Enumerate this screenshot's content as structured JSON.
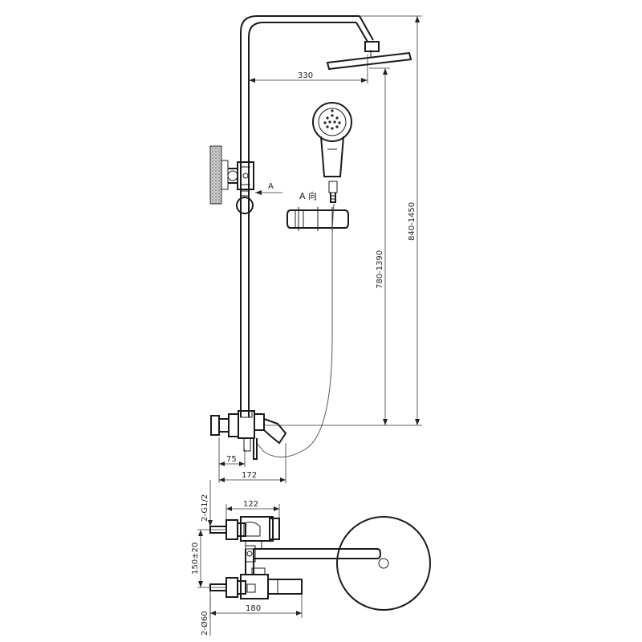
{
  "dimensions": {
    "arm_reach": "330",
    "rail_height": "780-1390",
    "total_height": "840-1450",
    "inlet_offset": "75",
    "body_width": "172",
    "top_view_width": "122",
    "thread": "2-G1/2",
    "inlet_spacing": "150±20",
    "bottom_width": "180",
    "escutcheon": "2-Ø60"
  },
  "labels": {
    "section_marker": "A",
    "view_direction": "A 向"
  },
  "colors": {
    "line": "#1a1a1a",
    "wall_hatch": "#8a8a8a"
  }
}
